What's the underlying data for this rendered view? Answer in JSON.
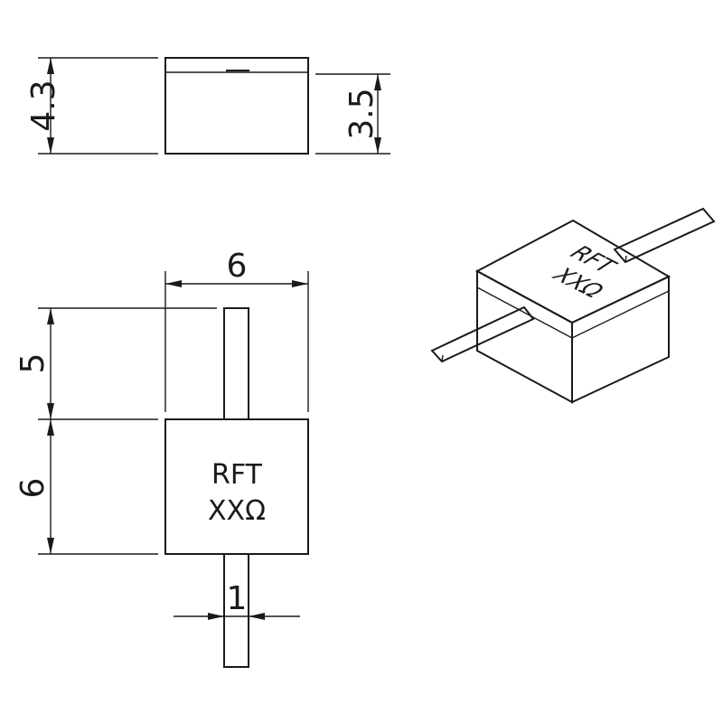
{
  "dimensions": {
    "total_height": "4.3",
    "body_height": "3.5",
    "body_width": "6",
    "lead_length": "5",
    "body_length": "6",
    "lead_width": "1"
  },
  "marking": {
    "line1": "RFT",
    "line2": "XXΩ"
  }
}
